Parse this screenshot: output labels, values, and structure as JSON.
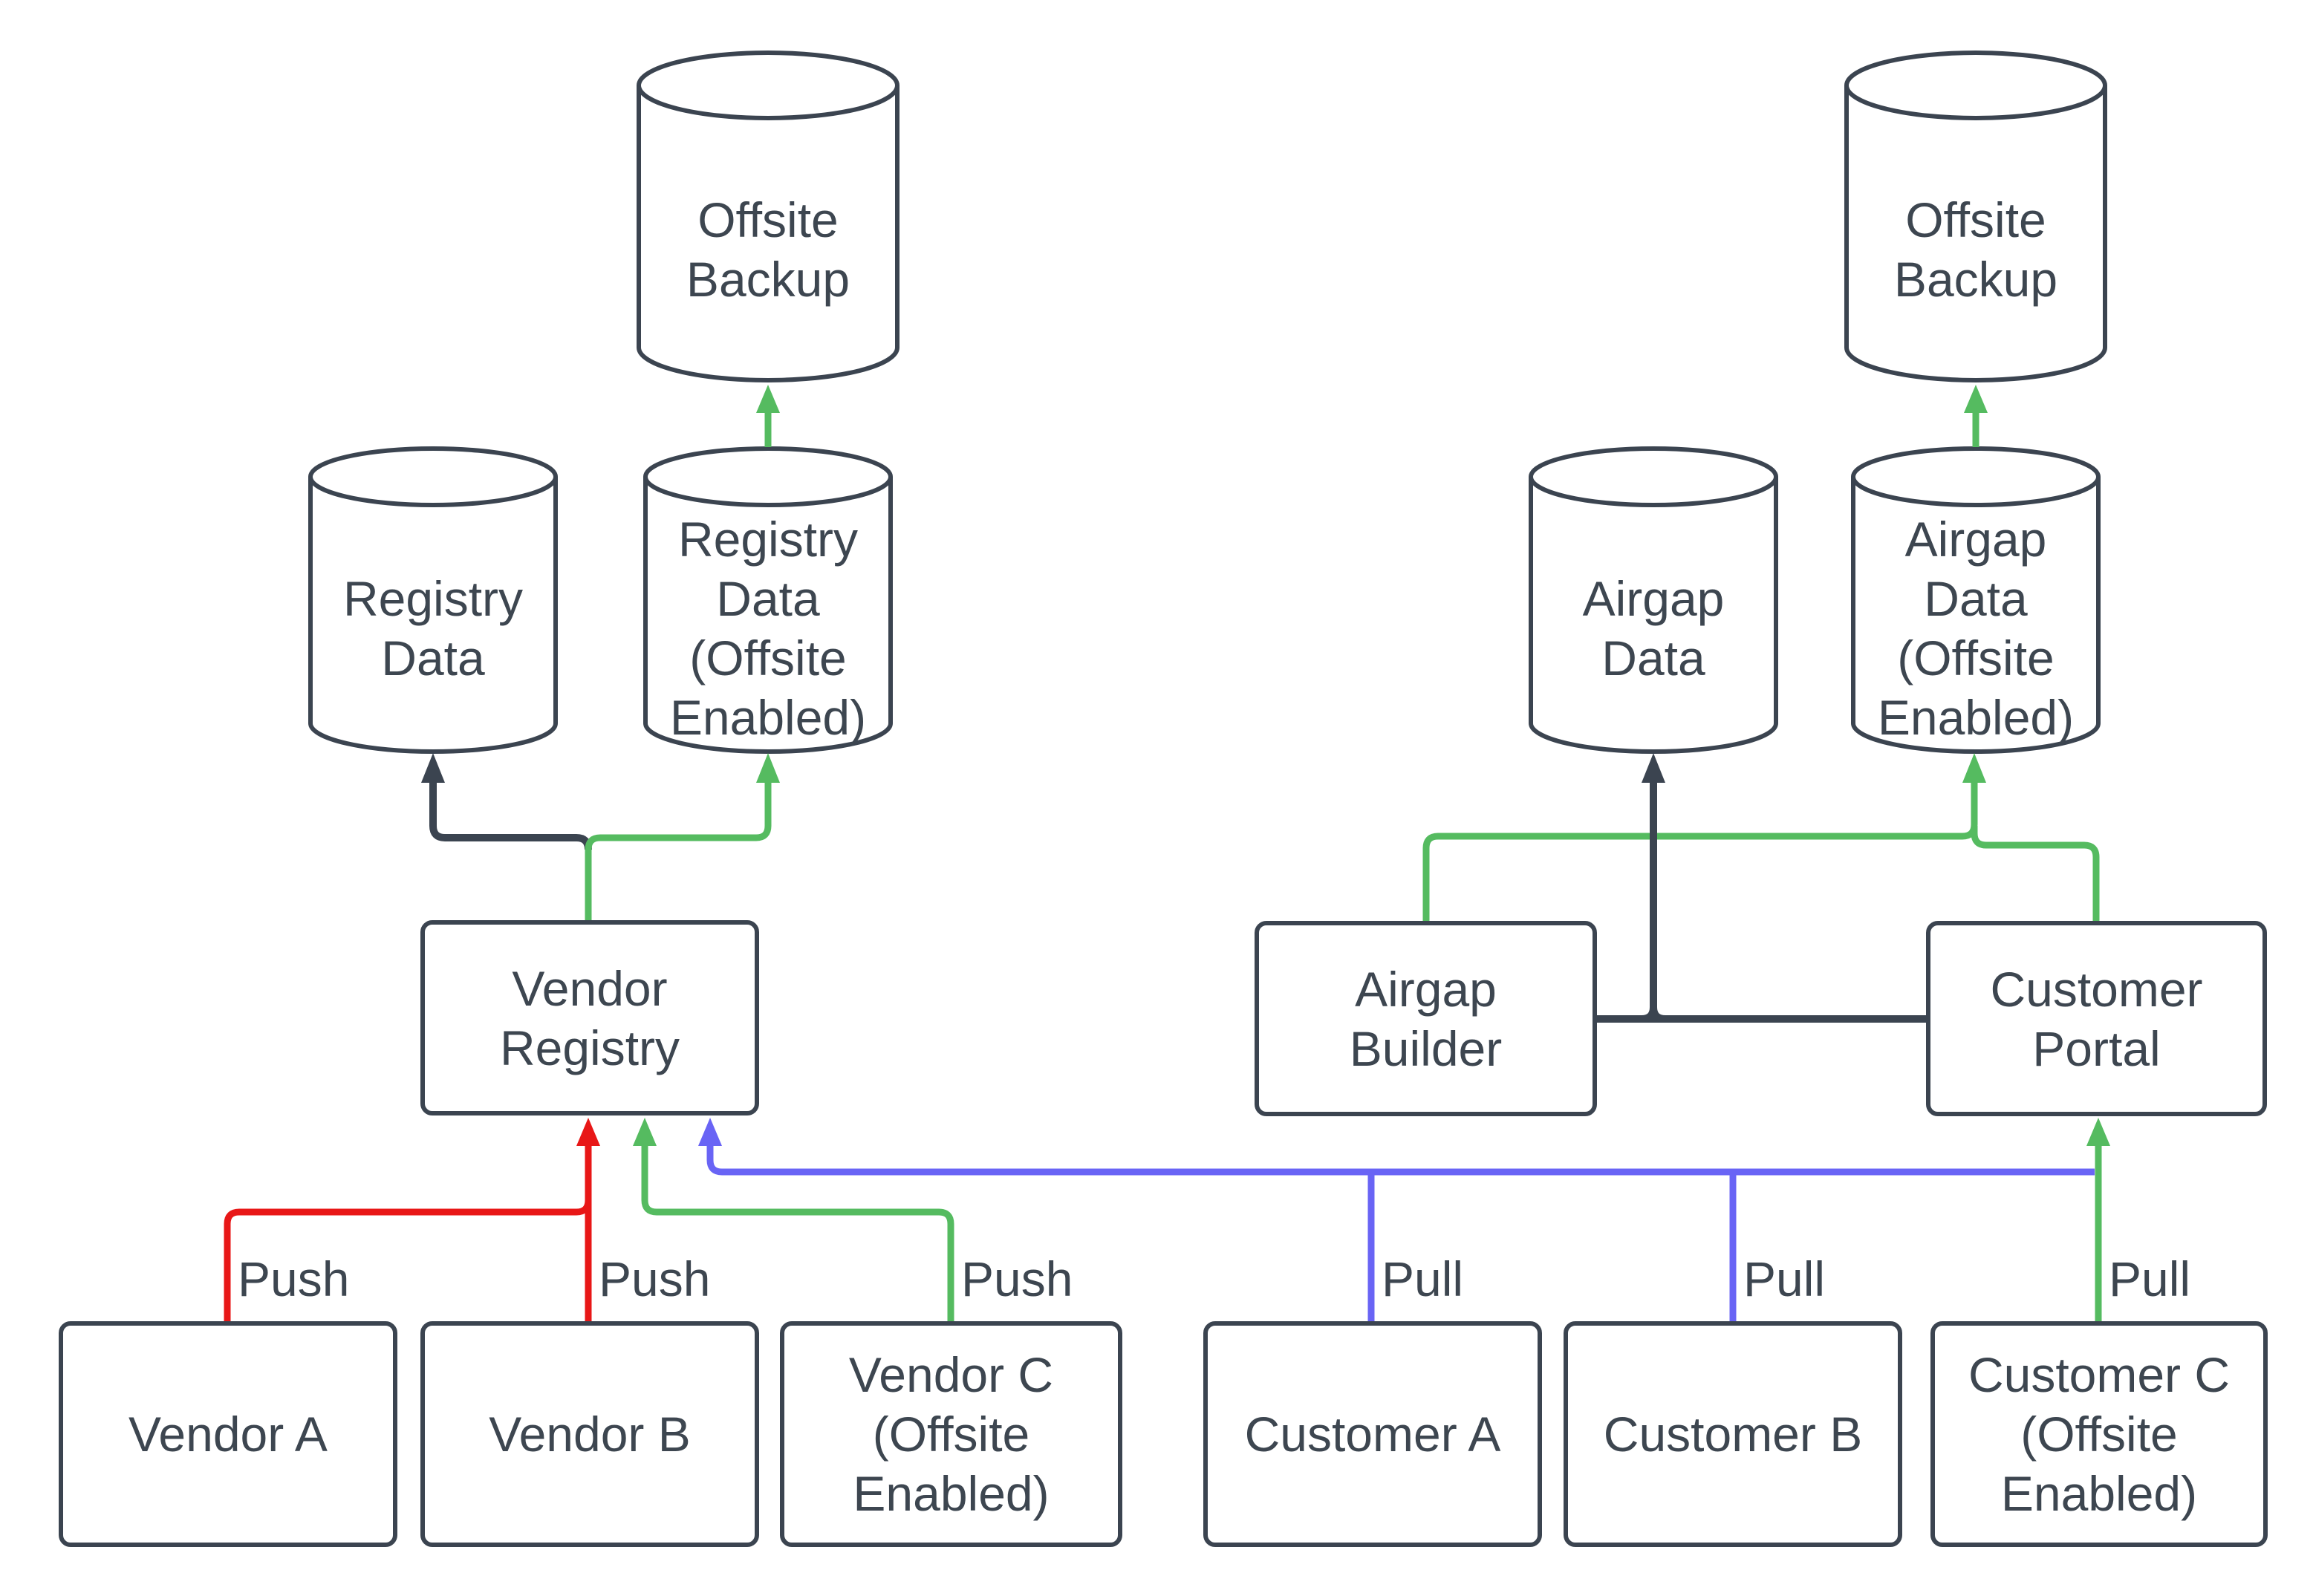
{
  "colors": {
    "background": "#ffffff",
    "node-fill": "#ffffff",
    "stroke-dark": "#3b4450",
    "text": "#3d4650",
    "red": "#e81717",
    "green": "#55bb60",
    "blue": "#6964f5"
  },
  "nodes": {
    "offsite_backup_left": "Offsite\nBackup",
    "registry_data": "Registry\nData",
    "registry_data_offsite": "Registry\nData\n(Offsite\nEnabled)",
    "offsite_backup_right": "Offsite\nBackup",
    "airgap_data": "Airgap\nData",
    "airgap_data_offsite": "Airgap\nData\n(Offsite\nEnabled)",
    "vendor_registry": "Vendor\nRegistry",
    "airgap_builder": "Airgap\nBuilder",
    "customer_portal": "Customer\nPortal",
    "vendor_a": "Vendor A",
    "vendor_b": "Vendor B",
    "vendor_c": "Vendor C\n(Offsite\nEnabled)",
    "customer_a": "Customer A",
    "customer_b": "Customer B",
    "customer_c": "Customer C\n(Offsite\nEnabled)"
  },
  "edge_labels": {
    "push_vendor_a": "Push",
    "push_vendor_b": "Push",
    "push_vendor_c": "Push",
    "pull_customer_a": "Pull",
    "pull_customer_b": "Pull",
    "pull_customer_c": "Pull"
  }
}
